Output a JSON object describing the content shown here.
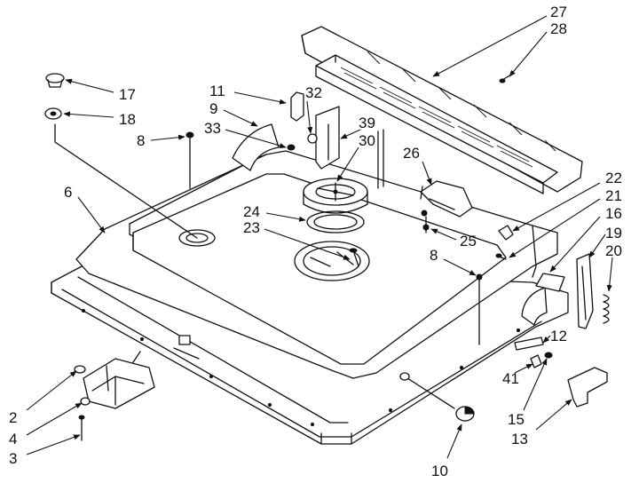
{
  "diagram": {
    "callouts": [
      {
        "id": "c27",
        "text": "27"
      },
      {
        "id": "c28",
        "text": "28"
      },
      {
        "id": "c17",
        "text": "17"
      },
      {
        "id": "c18",
        "text": "18"
      },
      {
        "id": "c11",
        "text": "11"
      },
      {
        "id": "c9",
        "text": "9"
      },
      {
        "id": "c32",
        "text": "32"
      },
      {
        "id": "c33",
        "text": "33"
      },
      {
        "id": "c39",
        "text": "39"
      },
      {
        "id": "c30",
        "text": "30"
      },
      {
        "id": "c8a",
        "text": "8"
      },
      {
        "id": "c26",
        "text": "26"
      },
      {
        "id": "c6",
        "text": "6"
      },
      {
        "id": "c24",
        "text": "24"
      },
      {
        "id": "c23",
        "text": "23"
      },
      {
        "id": "c25",
        "text": "25"
      },
      {
        "id": "c22",
        "text": "22"
      },
      {
        "id": "c21",
        "text": "21"
      },
      {
        "id": "c16",
        "text": "16"
      },
      {
        "id": "c19",
        "text": "19"
      },
      {
        "id": "c20",
        "text": "20"
      },
      {
        "id": "c8b",
        "text": "8"
      },
      {
        "id": "c12",
        "text": "12"
      },
      {
        "id": "c41",
        "text": "41"
      },
      {
        "id": "c15",
        "text": "15"
      },
      {
        "id": "c13",
        "text": "13"
      },
      {
        "id": "c2",
        "text": "2"
      },
      {
        "id": "c4",
        "text": "4"
      },
      {
        "id": "c3",
        "text": "3"
      },
      {
        "id": "c10",
        "text": "10"
      }
    ]
  }
}
